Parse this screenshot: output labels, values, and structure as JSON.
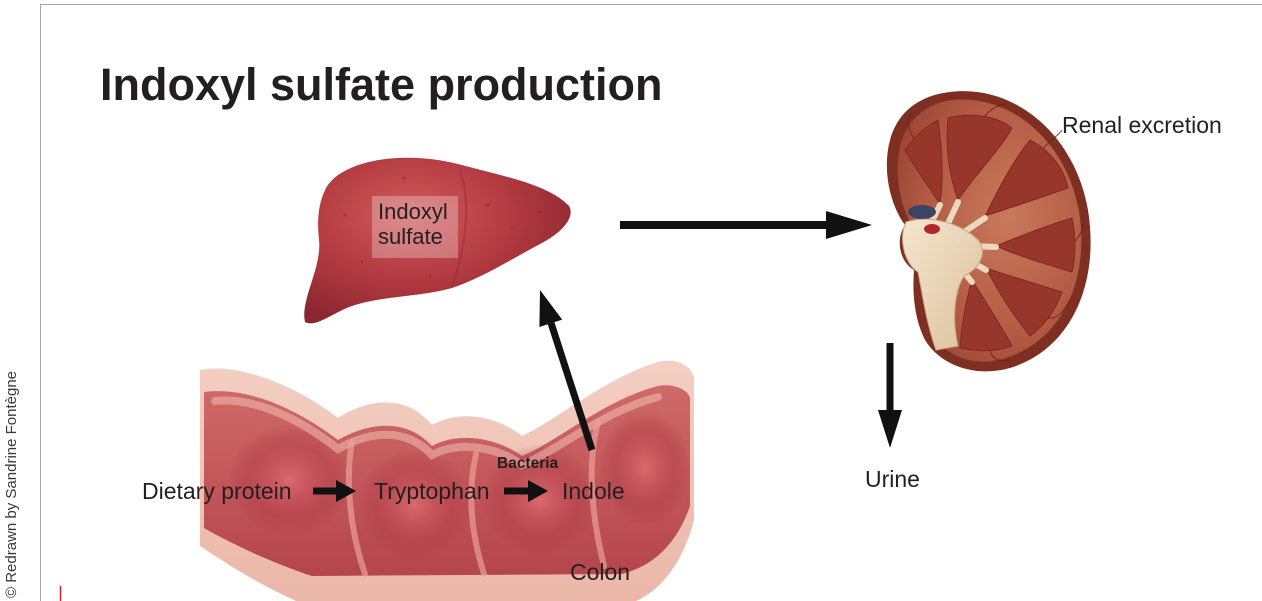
{
  "title": "Indoxyl sulfate production",
  "credit": "© Redrawn by Sandrine Fontègne",
  "liver": {
    "label_lines": [
      "Indoxyl",
      "sulfate"
    ]
  },
  "kidney": {
    "label": "Renal excretion"
  },
  "urine": {
    "label": "Urine"
  },
  "colon": {
    "label": "Colon"
  },
  "pathway": {
    "steps": [
      "Dietary protein",
      "Tryptophan",
      "Indole"
    ],
    "catalyst": "Bacteria"
  },
  "colors": {
    "text": "#231f20",
    "arrow": "#111111",
    "frame": "#a6a6a6",
    "accent": "#d41f2e",
    "liver": "#b23a40",
    "colon": "#c0504f",
    "kidney": "#9a3a2c"
  }
}
